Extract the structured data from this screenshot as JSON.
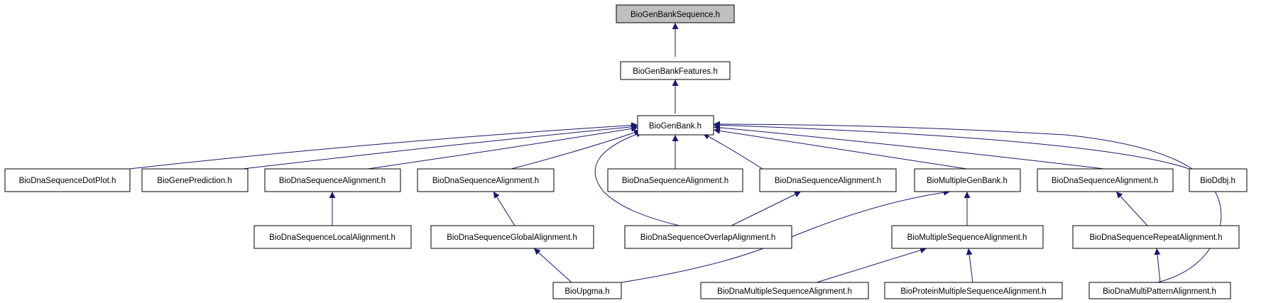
{
  "colors": {
    "edge": "#191970",
    "root_fill": "#bfbfbf",
    "node_fill": "#ffffff",
    "node_stroke": "#000000"
  },
  "nodes": [
    {
      "id": "genbank_sequence",
      "label": "BioGenBankSequence.h",
      "root": true
    },
    {
      "id": "genbank_features",
      "label": "BioGenBankFeatures.h"
    },
    {
      "id": "genbank",
      "label": "BioGenBank.h"
    },
    {
      "id": "dotplot",
      "label": "BioDnaSequenceDotPlot.h"
    },
    {
      "id": "geneprediction",
      "label": "BioGenePrediction.h"
    },
    {
      "id": "dsa1",
      "label": "BioDnaSequenceAlignment.h"
    },
    {
      "id": "dsa2",
      "label": "BioDnaSequenceAlignment.h"
    },
    {
      "id": "dsa3",
      "label": "BioDnaSequenceAlignment.h"
    },
    {
      "id": "dsa4",
      "label": "BioDnaSequenceAlignment.h"
    },
    {
      "id": "multigenbank",
      "label": "BioMultipleGenBank.h"
    },
    {
      "id": "dsa5",
      "label": "BioDnaSequenceAlignment.h"
    },
    {
      "id": "ddbj",
      "label": "BioDdbj.h"
    },
    {
      "id": "localalign",
      "label": "BioDnaSequenceLocalAlignment.h"
    },
    {
      "id": "globalalign",
      "label": "BioDnaSequenceGlobalAlignment.h"
    },
    {
      "id": "overlapalign",
      "label": "BioDnaSequenceOverlapAlignment.h"
    },
    {
      "id": "multiseqalign",
      "label": "BioMultipleSequenceAlignment.h"
    },
    {
      "id": "repeatalign",
      "label": "BioDnaSequenceRepeatAlignment.h"
    },
    {
      "id": "upgma",
      "label": "BioUpgma.h"
    },
    {
      "id": "dnamultiseqalign",
      "label": "BioDnaMultipleSequenceAlignment.h"
    },
    {
      "id": "proteinmultiseqalign",
      "label": "BioProteinMultipleSequenceAlignment.h"
    },
    {
      "id": "multipattern",
      "label": "BioDnaMultiPatternAlignment.h"
    }
  ]
}
